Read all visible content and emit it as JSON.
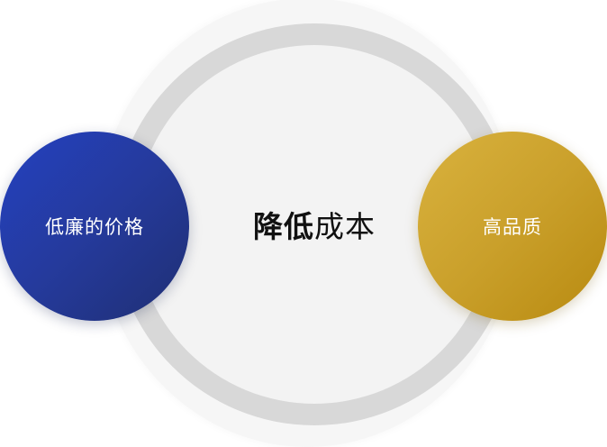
{
  "center": {
    "bold_text": "降低",
    "regular_text": "成本"
  },
  "left": {
    "label": "低廉的价格"
  },
  "right": {
    "label": "高品质"
  },
  "colors": {
    "left_circle": "#253a9c",
    "right_circle": "#caa02b",
    "ring": "#d8d8d8",
    "core": "#f3f3f3"
  }
}
